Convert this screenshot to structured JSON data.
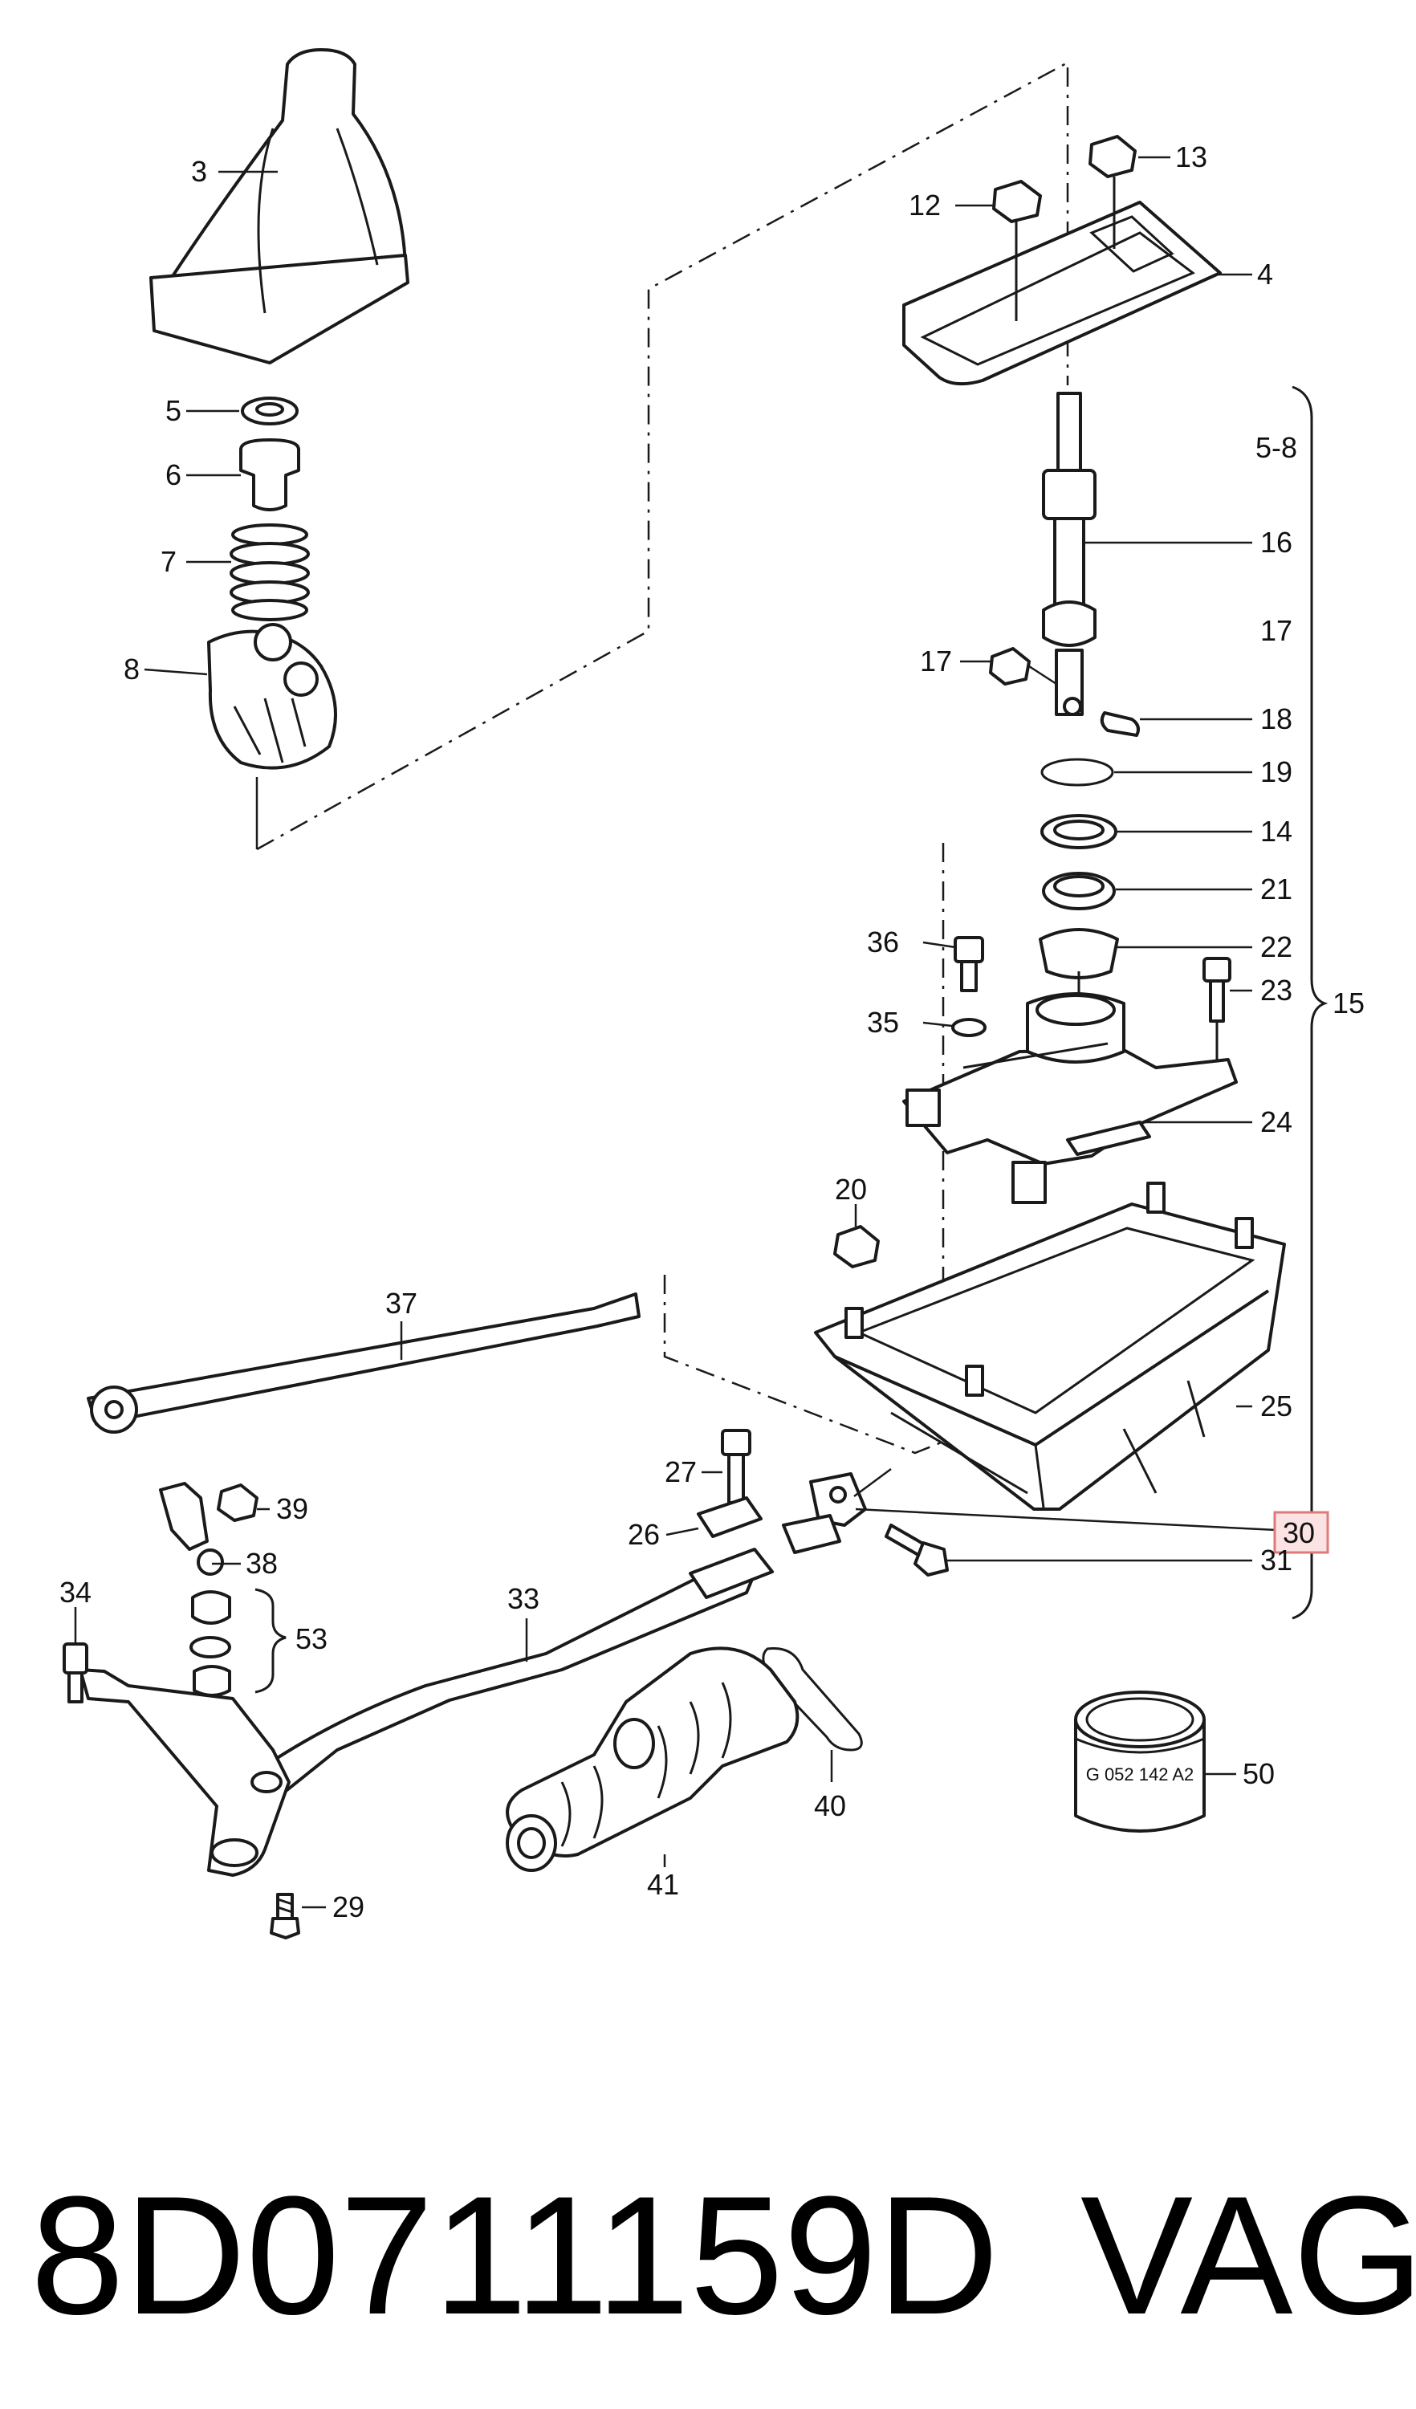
{
  "diagram": {
    "highlight_color": "#e07a7a",
    "callouts": [
      {
        "id": "c3",
        "text": "3"
      },
      {
        "id": "c5",
        "text": "5"
      },
      {
        "id": "c6",
        "text": "6"
      },
      {
        "id": "c7",
        "text": "7"
      },
      {
        "id": "c8",
        "text": "8"
      },
      {
        "id": "c12",
        "text": "12"
      },
      {
        "id": "c13",
        "text": "13"
      },
      {
        "id": "c4",
        "text": "4"
      },
      {
        "id": "c58",
        "text": "5-8"
      },
      {
        "id": "c16",
        "text": "16"
      },
      {
        "id": "c17r",
        "text": "17"
      },
      {
        "id": "c17l",
        "text": "17"
      },
      {
        "id": "c18",
        "text": "18"
      },
      {
        "id": "c19",
        "text": "19"
      },
      {
        "id": "c14",
        "text": "14"
      },
      {
        "id": "c21",
        "text": "21"
      },
      {
        "id": "c36",
        "text": "36"
      },
      {
        "id": "c22",
        "text": "22"
      },
      {
        "id": "c35",
        "text": "35"
      },
      {
        "id": "c23",
        "text": "23"
      },
      {
        "id": "c15",
        "text": "15"
      },
      {
        "id": "c24",
        "text": "24"
      },
      {
        "id": "c20",
        "text": "20"
      },
      {
        "id": "c37",
        "text": "37"
      },
      {
        "id": "c25",
        "text": "25"
      },
      {
        "id": "c27",
        "text": "27"
      },
      {
        "id": "c39",
        "text": "39"
      },
      {
        "id": "c26",
        "text": "26"
      },
      {
        "id": "c30",
        "text": "30"
      },
      {
        "id": "c38",
        "text": "38"
      },
      {
        "id": "c31",
        "text": "31"
      },
      {
        "id": "c34",
        "text": "34"
      },
      {
        "id": "c33",
        "text": "33"
      },
      {
        "id": "c53",
        "text": "53"
      },
      {
        "id": "c40",
        "text": "40"
      },
      {
        "id": "c50",
        "text": "50"
      },
      {
        "id": "c41",
        "text": "41"
      },
      {
        "id": "c29",
        "text": "29"
      }
    ],
    "sleeve_marking": "G 052 142 A2"
  },
  "caption": {
    "part_number": "8D0711159D",
    "brand": "VAG"
  }
}
